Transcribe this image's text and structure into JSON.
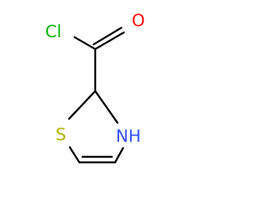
{
  "molecule": {
    "atoms": {
      "chlorine": {
        "label": "Cl",
        "color": "#00b200"
      },
      "oxygen": {
        "label": "O",
        "color": "#ff0d0d"
      },
      "sulfur": {
        "label": "S",
        "color": "#b2b200"
      },
      "nitrogen": {
        "label": "NH",
        "color": "#3050f8"
      }
    },
    "bond_color": "#000000"
  }
}
